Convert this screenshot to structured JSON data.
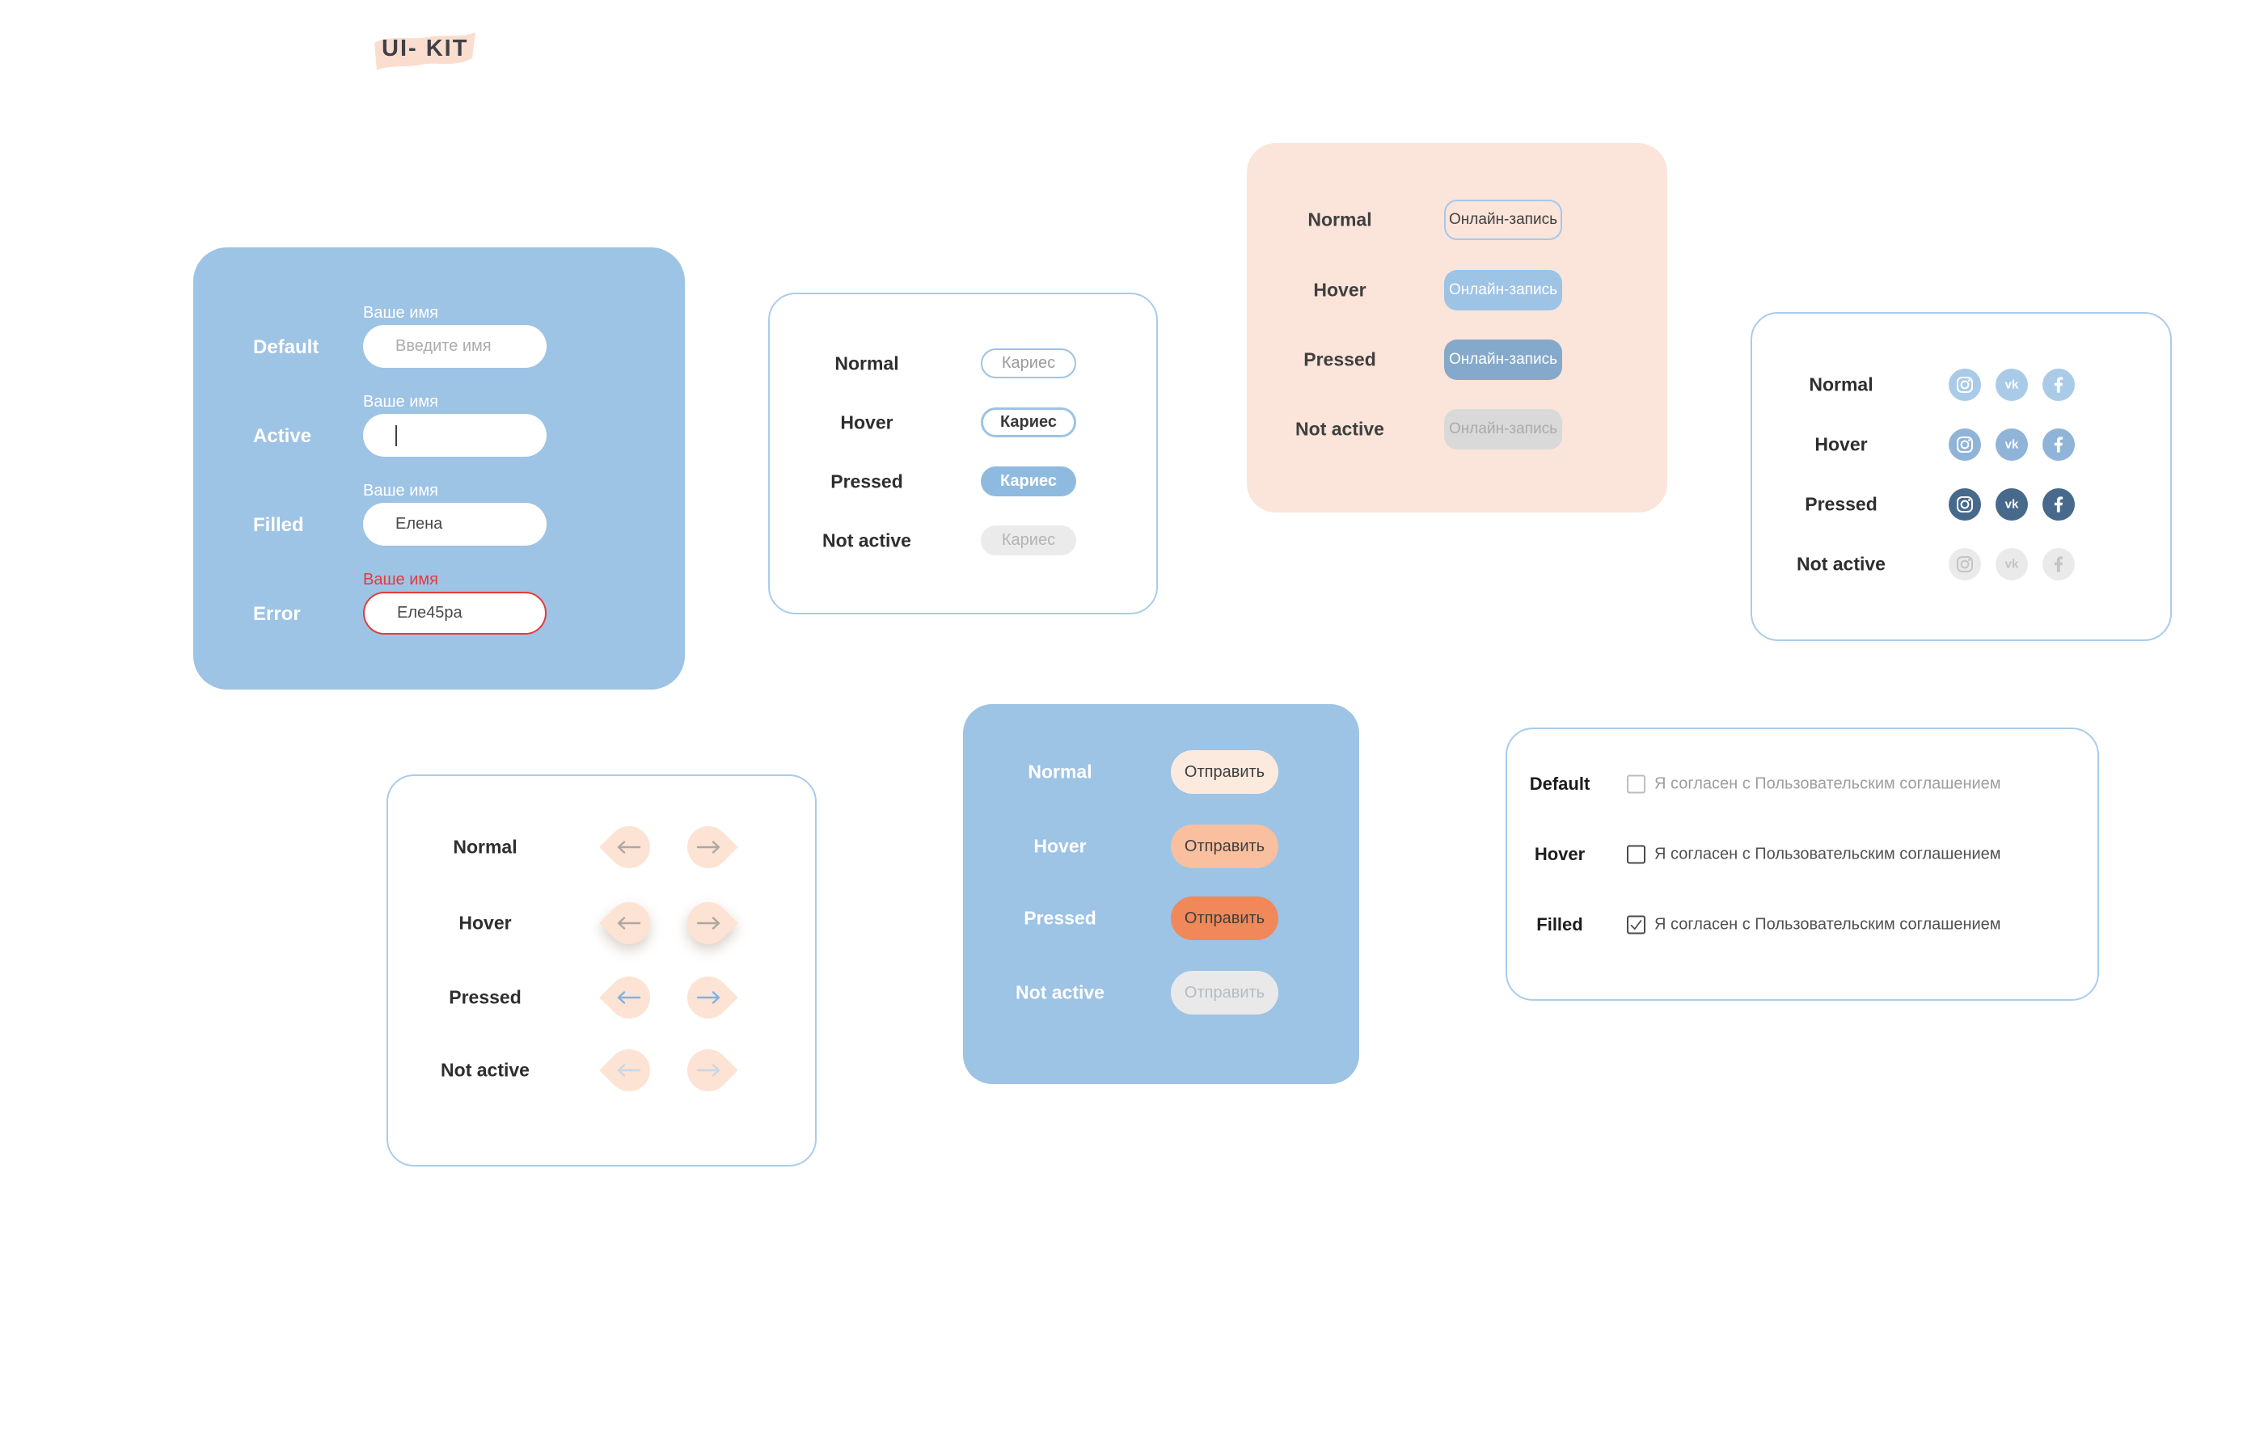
{
  "title": {
    "text": "UI- KIT"
  },
  "colors": {
    "panel_blue": "#9DC3E5",
    "panel_peach": "#FBE4D9",
    "white_panel_border": "#A9CCEC",
    "error_red": "#E23B3B",
    "placeholder_gray": "#ACACAC",
    "text_dark": "#3F3F3F",
    "karies_pressed_blue": "#8FBADF",
    "online_hover_blue": "#9DC3E5",
    "online_pressed_blue": "#84A9CA",
    "disabled_gray": "#E9E9E9",
    "disabled_text": "#ABABAB",
    "peach_shape": "#FCE3D4",
    "submit_normal": "#FCEADF",
    "submit_hover": "#F9BF9E",
    "submit_pressed": "#F0885A",
    "social_normal": "#A9CBE8",
    "social_hover": "#8FB4D7",
    "social_pressed": "#47698C",
    "arrow_gray": "#ADA7A2",
    "arrow_pressed_blue": "#82B2E2",
    "arrow_disabled": "#CAD7E4",
    "title_highlight": "#FBDDD0"
  },
  "input_panel": {
    "rows": [
      {
        "state": "Default",
        "field_label": "Ваше имя",
        "placeholder": "Введите имя",
        "value": ""
      },
      {
        "state": "Active",
        "field_label": "Ваше имя",
        "placeholder": "",
        "value": "",
        "cursor": "|"
      },
      {
        "state": "Filled",
        "field_label": "Ваше имя",
        "placeholder": "",
        "value": "Елена"
      },
      {
        "state": "Error",
        "field_label": "Ваше имя",
        "placeholder": "",
        "value": "Еле45ра"
      }
    ]
  },
  "pill_button_panel": {
    "rows": [
      {
        "state": "Normal",
        "label": "Кариес"
      },
      {
        "state": "Hover",
        "label": "Кариес"
      },
      {
        "state": "Pressed",
        "label": "Кариес"
      },
      {
        "state": "Not active",
        "label": "Кариес"
      }
    ]
  },
  "online_panel": {
    "rows": [
      {
        "state": "Normal",
        "label": "Онлайн-запись"
      },
      {
        "state": "Hover",
        "label": "Онлайн-запись"
      },
      {
        "state": "Pressed",
        "label": "Онлайн-запись"
      },
      {
        "state": "Not active",
        "label": "Онлайн-запись"
      }
    ]
  },
  "social_panel": {
    "vk_glyph": "vk",
    "icons": [
      "instagram",
      "vk",
      "facebook"
    ],
    "rows": [
      {
        "state": "Normal"
      },
      {
        "state": "Hover"
      },
      {
        "state": "Pressed"
      },
      {
        "state": "Not active"
      }
    ]
  },
  "arrows_panel": {
    "icons": [
      "arrow-left",
      "arrow-right"
    ],
    "rows": [
      {
        "state": "Normal"
      },
      {
        "state": "Hover"
      },
      {
        "state": "Pressed"
      },
      {
        "state": "Not active"
      }
    ]
  },
  "submit_panel": {
    "rows": [
      {
        "state": "Normal",
        "label": "Отправить"
      },
      {
        "state": "Hover",
        "label": "Отправить"
      },
      {
        "state": "Pressed",
        "label": "Отправить"
      },
      {
        "state": "Not active",
        "label": "Отправить"
      }
    ]
  },
  "checkbox_panel": {
    "rows": [
      {
        "state": "Default",
        "label": "Я согласен с Пользовательским соглашением",
        "checked": false
      },
      {
        "state": "Hover",
        "label": "Я согласен с Пользовательским соглашением",
        "checked": false
      },
      {
        "state": "Filled",
        "label": "Я согласен с Пользовательским соглашением",
        "checked": true
      }
    ]
  }
}
